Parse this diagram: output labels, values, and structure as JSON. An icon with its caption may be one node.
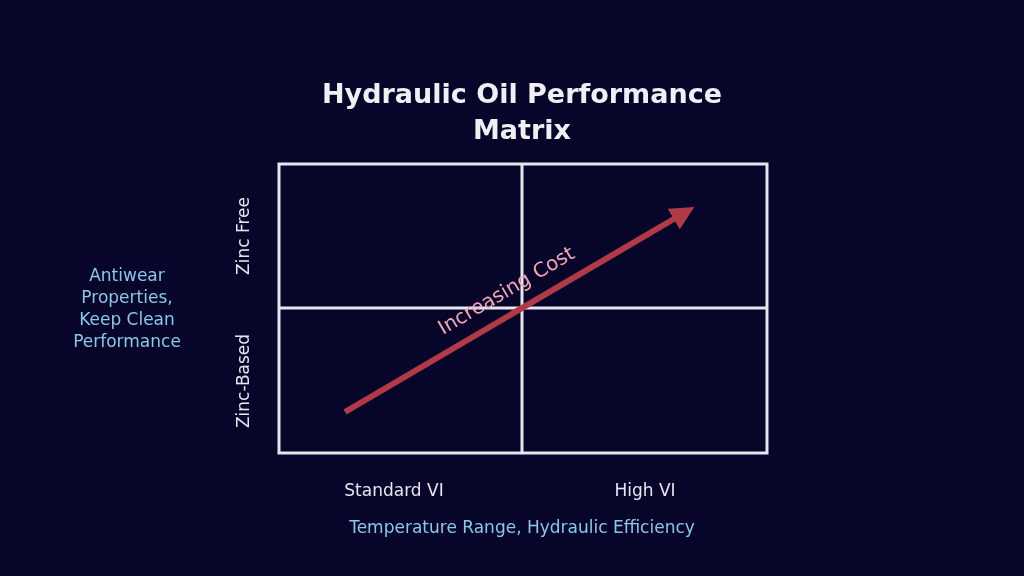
{
  "diagram": {
    "title": "Hydraulic Oil Performance Matrix",
    "labels": [
      "Zinc Free",
      "Antiwear Properties, Keep Clean Performance",
      "Increasing Cost",
      "Zinc-Based",
      "Standard VI",
      "High VI",
      "Temperature Range, Hydraulic Efficiency"
    ]
  }
}
